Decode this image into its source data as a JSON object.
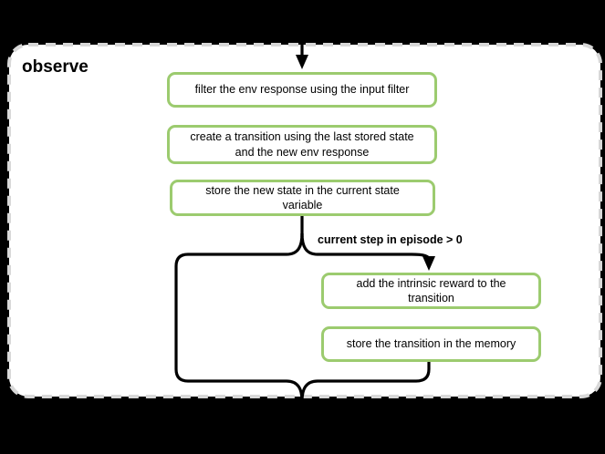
{
  "canvas": {
    "background": "#000000"
  },
  "panel": {
    "title": "observe",
    "background": "#ffffff",
    "border_color": "#d8d8d8"
  },
  "flowchart": {
    "main_nodes": [
      {
        "id": "filter-env-response",
        "label": "filter the env response using the input filter"
      },
      {
        "id": "create-transition",
        "label": "create a transition using the last stored state and the new env response"
      },
      {
        "id": "store-new-state",
        "label": "store the new state in the current state variable"
      }
    ],
    "branch": {
      "condition_label": "current step in episode > 0",
      "nodes": [
        {
          "id": "add-intrinsic-reward",
          "label": "add the intrinsic reward to the transition"
        },
        {
          "id": "store-transition",
          "label": "store the transition in the memory"
        }
      ]
    },
    "colors": {
      "node_border": "#9ccb6f",
      "node_fill": "#ffffff",
      "connector": "#000000",
      "text": "#000000"
    }
  }
}
